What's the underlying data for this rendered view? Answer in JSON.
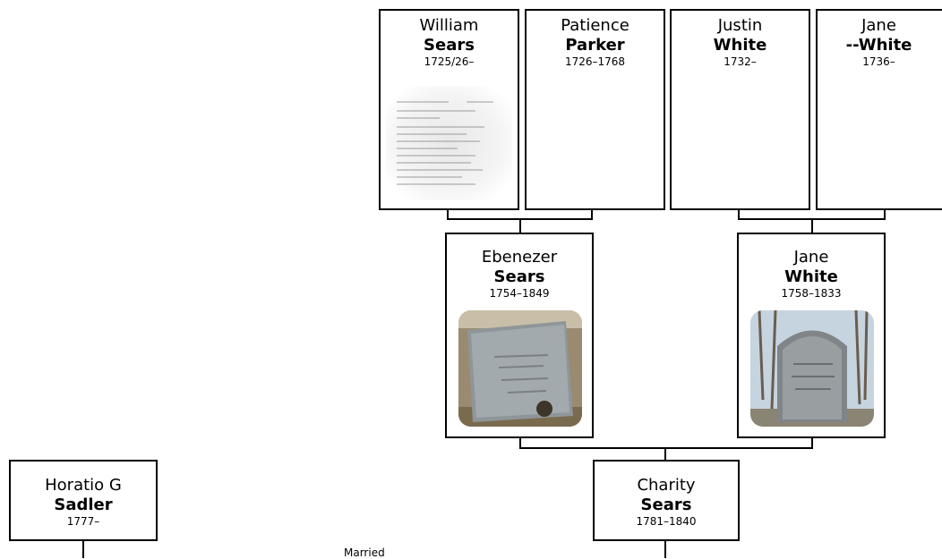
{
  "people": {
    "william": {
      "given": "William",
      "surname": "Sears",
      "dates": "1725/26–"
    },
    "patience": {
      "given": "Patience",
      "surname": "Parker",
      "dates": "1726–1768"
    },
    "justin": {
      "given": "Justin",
      "surname": "White",
      "dates": "1732–"
    },
    "jane_elder": {
      "given": "Jane",
      "surname": "--White",
      "dates": "1736–"
    },
    "ebenezer": {
      "given": "Ebenezer",
      "surname": "Sears",
      "dates": "1754–1849"
    },
    "jane": {
      "given": "Jane",
      "surname": "White",
      "dates": "1758–1833"
    },
    "horatio": {
      "given": "Horatio G",
      "surname": "Sadler",
      "dates": "1777–"
    },
    "charity": {
      "given": "Charity",
      "surname": "Sears",
      "dates": "1781–1840"
    }
  },
  "labels": {
    "married": "Married"
  }
}
